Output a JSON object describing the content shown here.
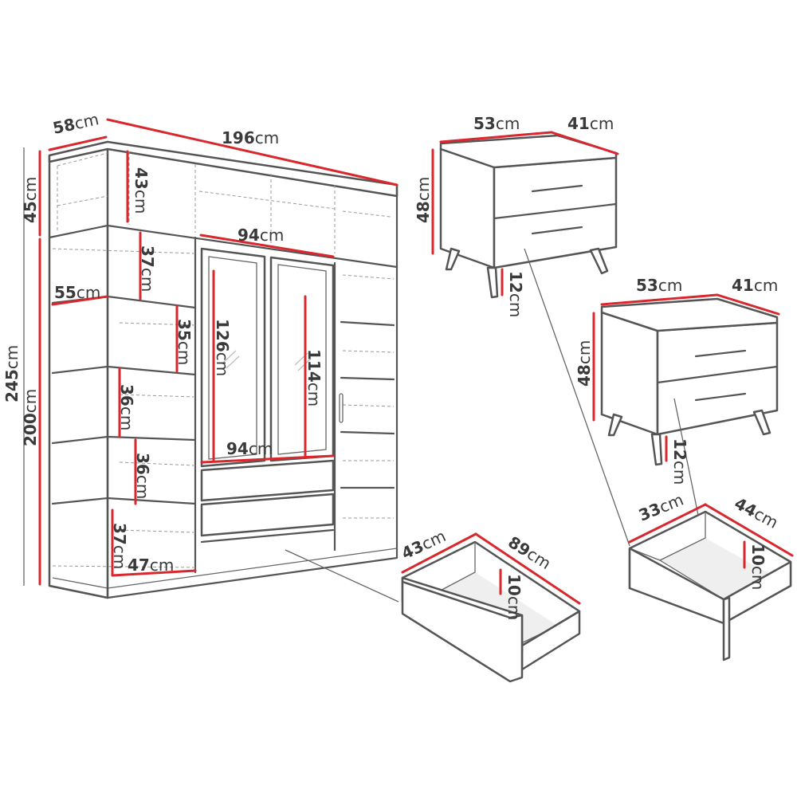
{
  "unit": "cm",
  "wardrobe": {
    "width": "196",
    "depth": "58",
    "height_total": "245",
    "height_body": "200",
    "top_unit_height": "45",
    "top_shelf_height": "43",
    "shelf_height_1": "37",
    "shelf_depth": "55",
    "shelf_height_2": "35",
    "shelf_height_3": "36",
    "shelf_height_4": "36",
    "shelf_height_5": "37",
    "compartment_width": "47",
    "door_width_top": "94",
    "door_width_bottom": "94",
    "mirror_height": "126",
    "hanging_height": "114"
  },
  "nightstand_1": {
    "width": "53",
    "depth": "41",
    "height": "48",
    "leg_height": "12"
  },
  "nightstand_2": {
    "width": "53",
    "depth": "41",
    "height": "48",
    "leg_height": "12"
  },
  "wardrobe_drawer": {
    "width": "89",
    "depth": "43",
    "height": "10"
  },
  "nightstand_drawer": {
    "width": "44",
    "depth": "33",
    "height": "10"
  },
  "colors": {
    "dimension_line": "#d9272e",
    "outline": "#555555",
    "text": "#3a3a3a"
  }
}
